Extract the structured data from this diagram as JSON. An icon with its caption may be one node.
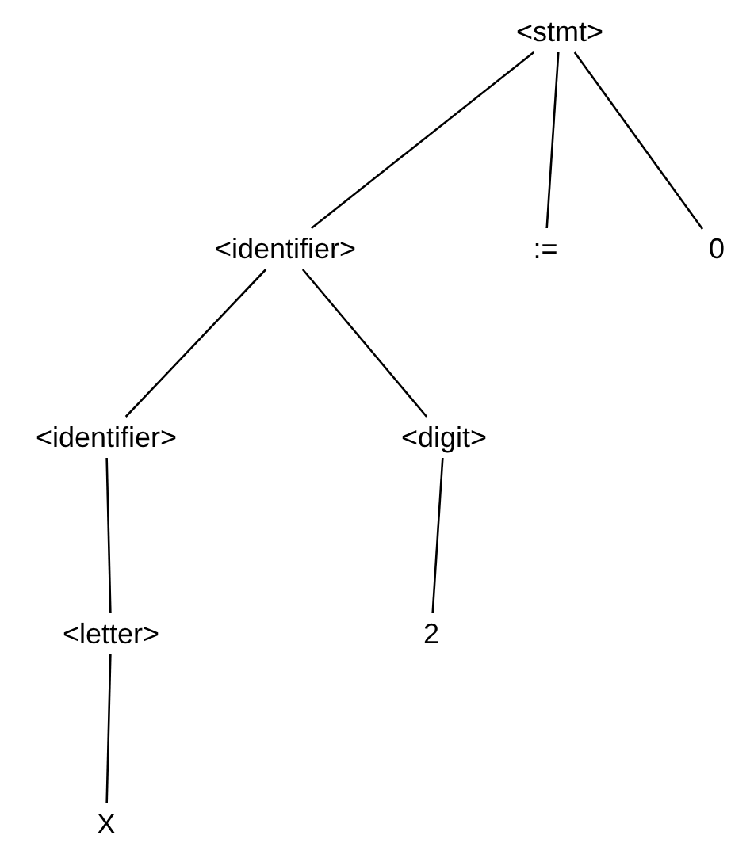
{
  "diagram": {
    "nodes": [
      {
        "text": [
          "<stmt>"
        ]
      },
      {
        "text": [
          "<identifier>"
        ]
      },
      {
        "text": [
          ":="
        ]
      },
      {
        "text": [
          "0"
        ]
      },
      {
        "text": [
          "<identifier>"
        ]
      },
      {
        "text": [
          "<digit>"
        ]
      },
      {
        "text": [
          "<letter>"
        ]
      },
      {
        "text": [
          "2"
        ]
      },
      {
        "text": [
          "X"
        ]
      }
    ],
    "edges": [
      {
        "from": 0,
        "to": 1,
        "arrow": "none"
      },
      {
        "from": 0,
        "to": 2,
        "arrow": "none"
      },
      {
        "from": 0,
        "to": 3,
        "arrow": "none"
      },
      {
        "from": 1,
        "to": 4,
        "arrow": "none"
      },
      {
        "from": 1,
        "to": 5,
        "arrow": "none"
      },
      {
        "from": 4,
        "to": 6,
        "arrow": "none"
      },
      {
        "from": 5,
        "to": 7,
        "arrow": "none"
      },
      {
        "from": 6,
        "to": 8,
        "arrow": "none"
      }
    ]
  }
}
